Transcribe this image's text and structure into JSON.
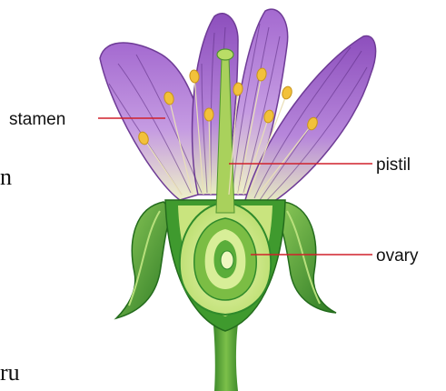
{
  "labels": {
    "stamen": "stamen",
    "pistil": "pistil",
    "ovary": "ovary"
  },
  "edge_glyphs": {
    "left_mid": "n",
    "left_bottom": "ru"
  },
  "colors": {
    "petal_light": "#c79be3",
    "petal_mid": "#9f62c9",
    "petal_dark": "#6e3b96",
    "vein": "#5b2c82",
    "anther": "#f2c13a",
    "anther_edge": "#c9951c",
    "green_dark": "#2f8a2b",
    "green_mid": "#5aad3a",
    "green_light": "#c6e27a",
    "green_pale": "#e4f2a8",
    "pointer": "#d0212b"
  }
}
